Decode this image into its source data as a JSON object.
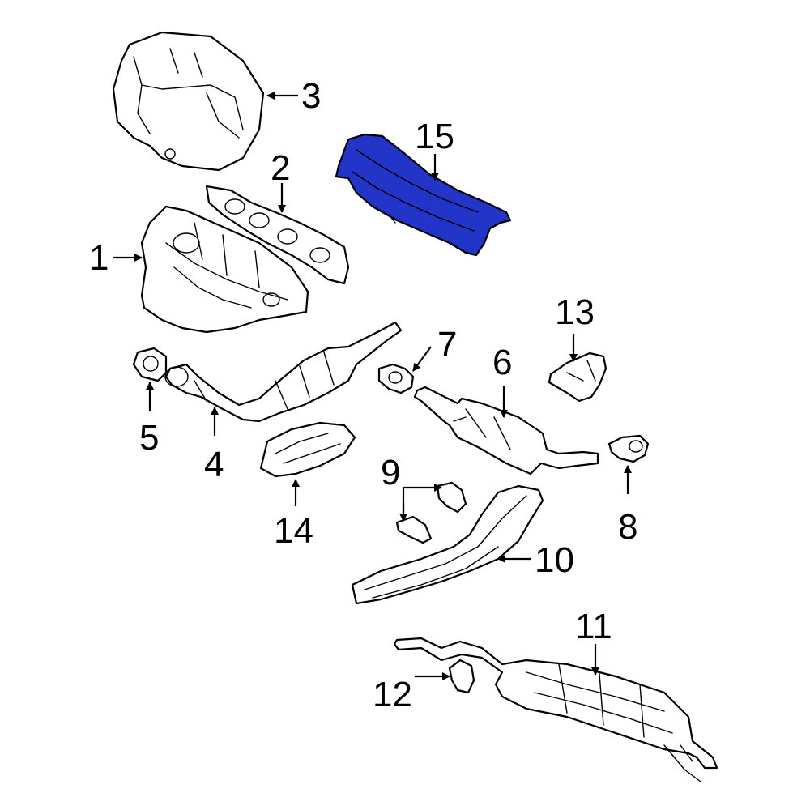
{
  "diagram": {
    "highlight_color": "#2335c8",
    "highlighted_part": "15",
    "callouts": [
      {
        "id": "c1",
        "label": "1"
      },
      {
        "id": "c2",
        "label": "2"
      },
      {
        "id": "c3",
        "label": "3"
      },
      {
        "id": "c4",
        "label": "4"
      },
      {
        "id": "c5",
        "label": "5"
      },
      {
        "id": "c6",
        "label": "6"
      },
      {
        "id": "c7",
        "label": "7"
      },
      {
        "id": "c8",
        "label": "8"
      },
      {
        "id": "c9",
        "label": "9"
      },
      {
        "id": "c10",
        "label": "10"
      },
      {
        "id": "c11",
        "label": "11"
      },
      {
        "id": "c12",
        "label": "12"
      },
      {
        "id": "c13",
        "label": "13"
      },
      {
        "id": "c14",
        "label": "14"
      },
      {
        "id": "c15",
        "label": "15"
      }
    ]
  }
}
